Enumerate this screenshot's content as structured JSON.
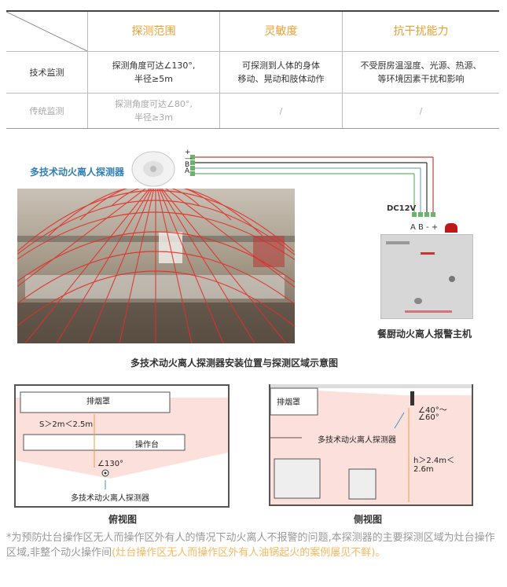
{
  "table": {
    "headers": [
      "探测范围",
      "灵敏度",
      "抗干扰能力"
    ],
    "rows": [
      {
        "label": "技术监测",
        "cells": [
          "探测角度可达∠130°,\n半径≥5m",
          "可探测到人体的身体\n移动、晃动和肢体动作",
          "不受厨房温湿度、光源、热源、\n等环境因素干扰和影响"
        ]
      },
      {
        "label": "传统监测",
        "cells": [
          "探测角度可达∠80°,\n半径≥3m",
          "/",
          "/"
        ]
      }
    ]
  },
  "install": {
    "detector_label": "多技术动火离人探测器",
    "wire_labels": [
      "+",
      "—",
      "B",
      "A"
    ],
    "dc_label": "DC12V",
    "terminal_labels": "A B - +",
    "host_label": "餐厨动火离人报警主机",
    "caption": "多技术动火离人探测器安装位置与探测区域示意图"
  },
  "top_view": {
    "hood_label": "排烟罩",
    "distance": "S＞2m＜2.5m",
    "counter_label": "操作台",
    "angle": "∠130°",
    "detector_label": "多技术动火离人探测器",
    "caption": "俯视图"
  },
  "side_view": {
    "hood_label": "排烟罩",
    "angle_line1": "∠40°～",
    "angle_line2": "∠60°",
    "detector_label": "多技术动火离人探测器",
    "height": "h＞2.4m＜2.6m",
    "caption": "侧视图"
  },
  "note": {
    "main": "*为预防灶台操作区无人而操作区外有人的情况下动火离人不报警的问题,本探测器的主要探测区域为灶台操作区域,非整个动火操作间",
    "highlight": "(灶台操作区无人而操作区外有人油锅起火的案例屡见不鲜)。"
  },
  "colors": {
    "accent": "#f0a030",
    "red_grid": "#e0302a",
    "pink_zone": "#fbe0dc"
  }
}
